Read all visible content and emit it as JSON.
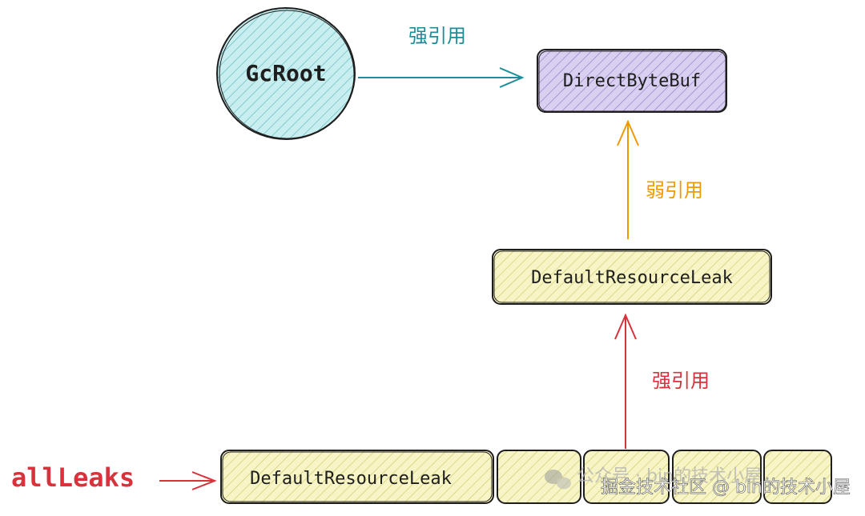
{
  "colors": {
    "teal": "#1c8e98",
    "orange": "#ee9a00",
    "red": "#d8323c",
    "gc_fill": "#c9eef0",
    "purple_fill": "#cbbde8",
    "yellow_fill": "#f4f1b4",
    "stroke": "#1e1e1e"
  },
  "nodes": {
    "gcroot": "GcRoot",
    "direct_byte_buf": "DirectByteBuf",
    "default_leak_upper": "DefaultResourceLeak",
    "default_leak_lower": "DefaultResourceLeak"
  },
  "edges": {
    "strong_ref_top": "强引用",
    "weak_ref": "弱引用",
    "strong_ref_bottom": "强引用"
  },
  "all_leaks_label": "allLeaks",
  "watermark": {
    "primary": "公众号 · bin的技术小屋",
    "secondary": "掘金技术社区 @ bin的技术小屋",
    "icon": "wechat-icon"
  }
}
